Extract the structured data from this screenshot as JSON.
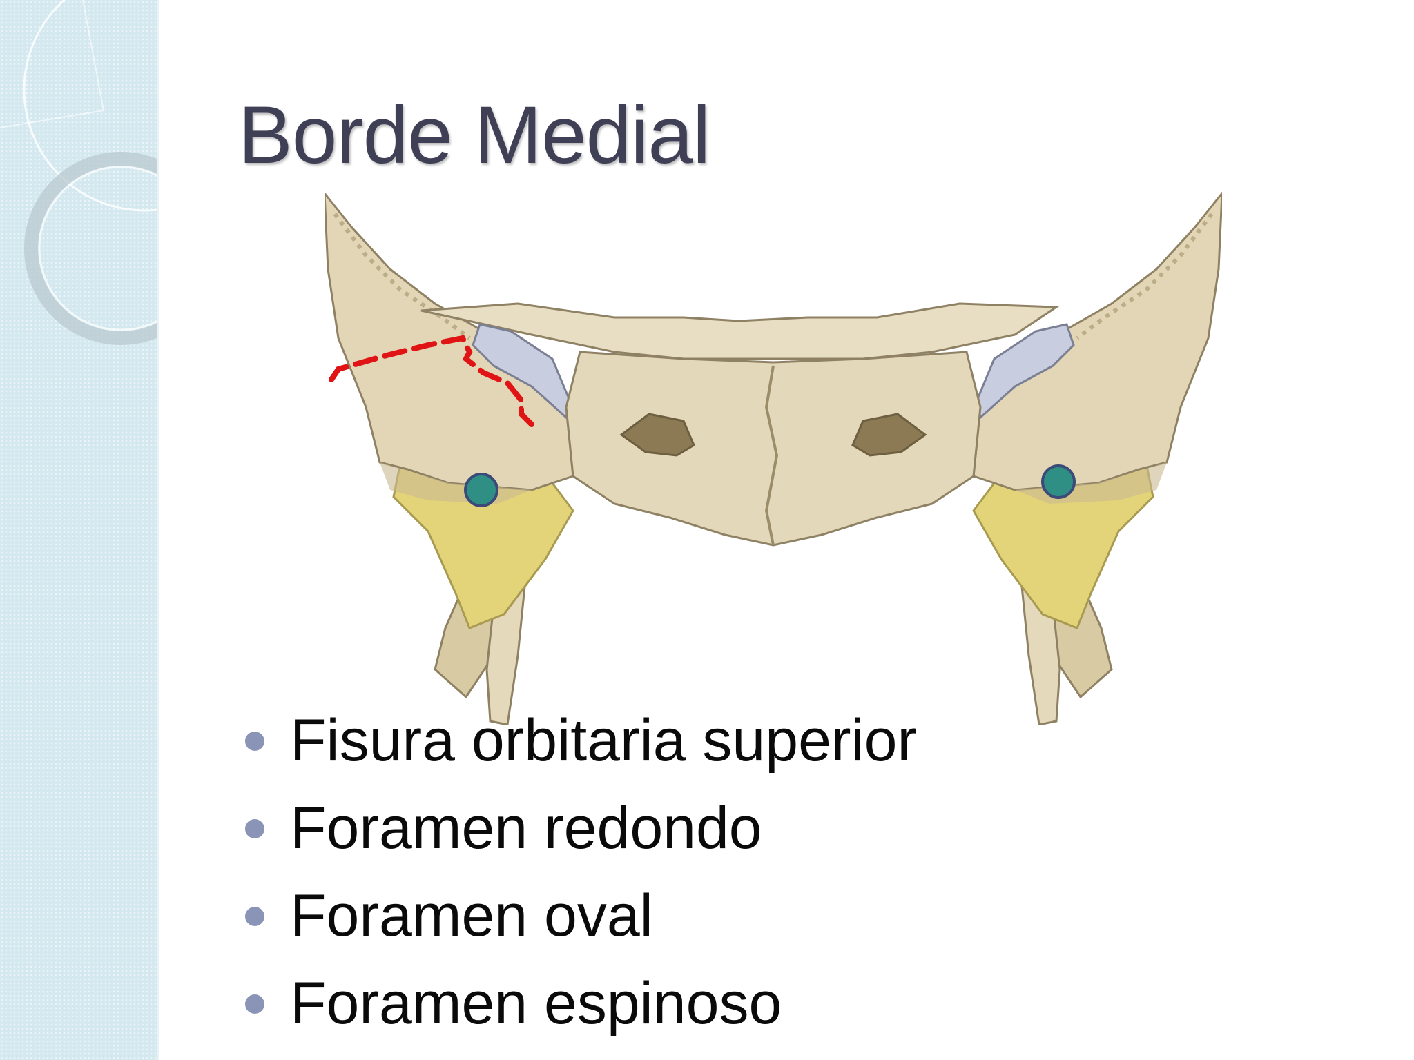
{
  "slide": {
    "title": "Borde Medial",
    "bullets": [
      "Fisura orbitaria superior",
      "Foramen redondo",
      "Foramen oval",
      "Foramen espinoso"
    ]
  },
  "colors": {
    "title": "#3f3f55",
    "text": "#0a0a0a",
    "bullet": "#8a94b7",
    "sidebar": "#d4e8ef",
    "bone": "#e2d6b6",
    "bone_shadow": "#c9b990",
    "pterygoid_yellow": "#e3d47a",
    "fissure": "#c9cde0",
    "dashed_outline": "#e01414",
    "foramen_marker": "#2f8f84"
  },
  "icons": {
    "bullet": "disc-bullet-icon",
    "foramen_marker": "circle-marker-icon"
  }
}
